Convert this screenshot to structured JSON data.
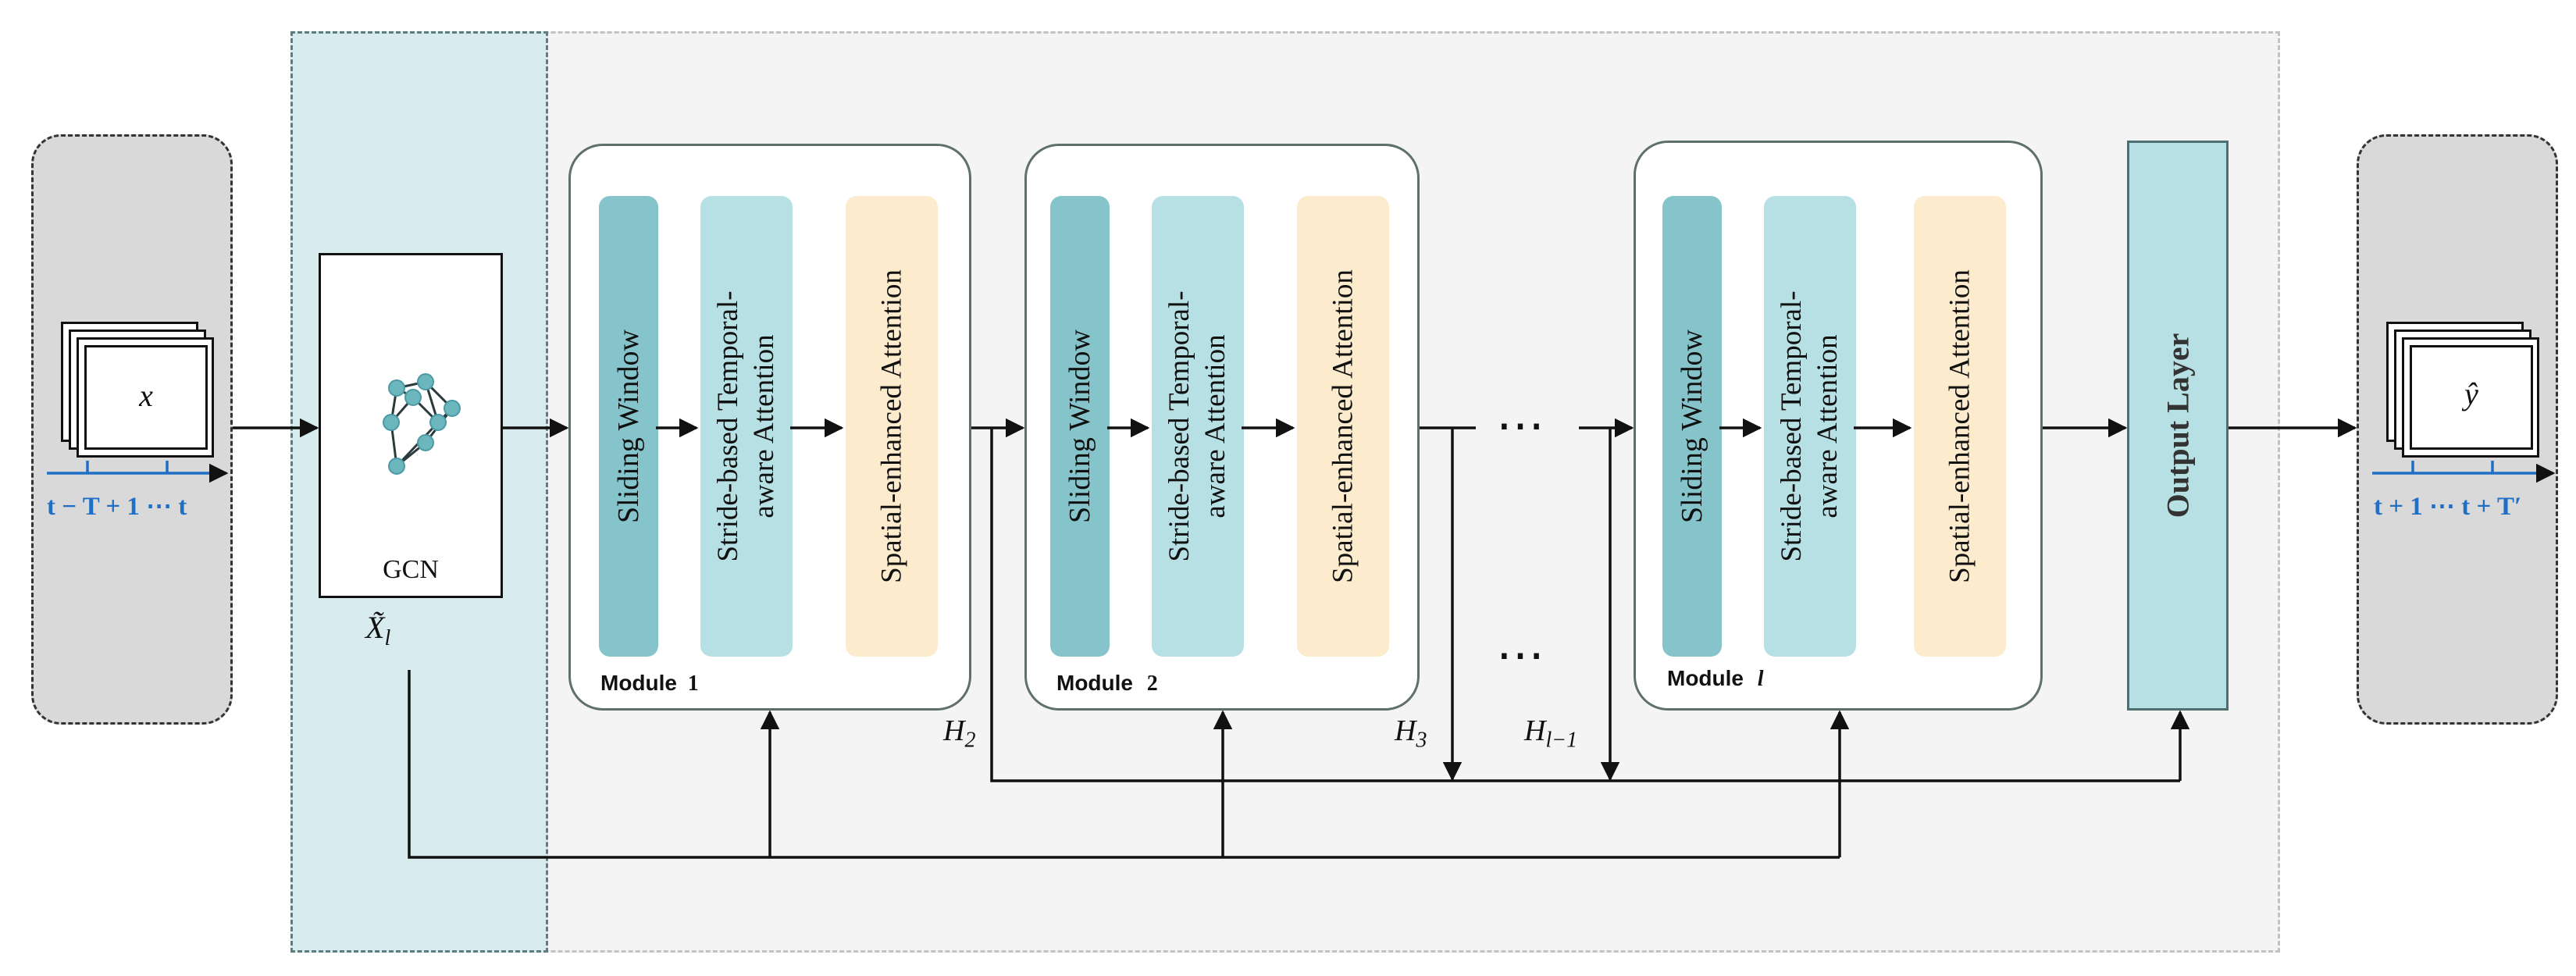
{
  "input": {
    "symbol": "x",
    "time_axis": "t − T + 1 ⋯ t"
  },
  "output": {
    "symbol": "ŷ",
    "time_axis": "t + 1 ⋯ t + T′"
  },
  "gcn": {
    "label": "GCN",
    "output_symbol": "X̃",
    "output_subscript": "l"
  },
  "modules": [
    {
      "label": "Module",
      "index": "1",
      "blocks": {
        "window": "Sliding Window",
        "temporal_1": "Stride-based Temporal-",
        "temporal_2": "aware Attention",
        "spatial": "Spatial-enhanced Attention"
      }
    },
    {
      "label": "Module",
      "index": "2",
      "blocks": {
        "window": "Sliding Window",
        "temporal_1": "Stride-based Temporal-",
        "temporal_2": "aware Attention",
        "spatial": "Spatial-enhanced Attention"
      }
    },
    {
      "label": "Module",
      "index": "l",
      "blocks": {
        "window": "Sliding Window",
        "temporal_1": "Stride-based Temporal-",
        "temporal_2": "aware Attention",
        "spatial": "Spatial-enhanced Attention"
      }
    }
  ],
  "ellipsis": "⋯",
  "output_layer": {
    "label": "Output Layer"
  },
  "hidden": [
    {
      "symbol": "H",
      "subscript": "2"
    },
    {
      "symbol": "H",
      "subscript": "3"
    },
    {
      "symbol": "H",
      "subscript": "l−1"
    }
  ],
  "colors": {
    "panel_gray": "#d9d9d9",
    "gcn_panel": "#d8ecef",
    "sliding_window": "#86c4cc",
    "temporal": "#b7e0e4",
    "spatial": "#fcebcd",
    "output_layer": "#b7e0e4",
    "axis_blue": "#1f6fc5"
  }
}
